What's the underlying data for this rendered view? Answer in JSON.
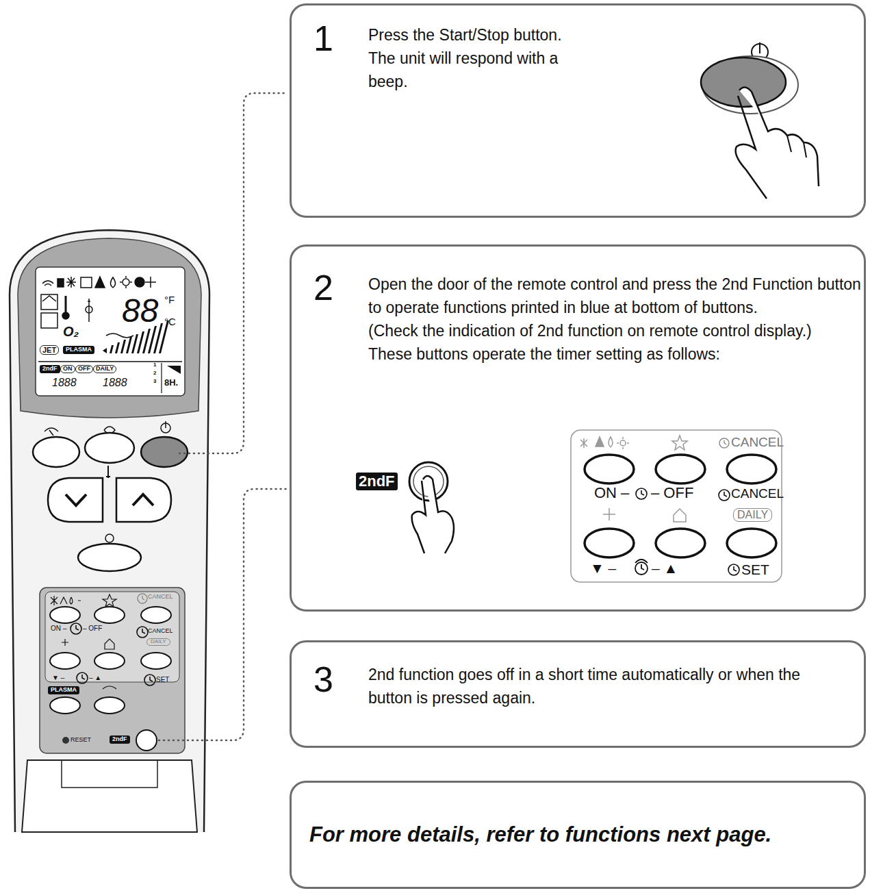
{
  "diagram": {
    "nodes": [
      {
        "text": [
          "1",
          "Press the Start/Stop button. The unit will respond with a beep."
        ]
      },
      {
        "text": [
          "2",
          "Open the door of the remote control and press the 2nd Function button to operate functions printed in blue at bottom of buttons.",
          "(Check the indication of 2nd function on remote control display.)",
          "These buttons operate the timer setting as follows:"
        ]
      },
      {
        "text": [
          "3",
          "2nd function goes off in a short time automatically or when the button is pressed again."
        ]
      },
      {
        "text": [
          "For more details, refer to functions next page."
        ]
      }
    ],
    "labels": [
      "2ndF",
      "CANCEL",
      "ON –",
      "– OFF",
      "CANCEL",
      "DAILY",
      "▼ –",
      "– ▲",
      "SET",
      "88",
      "°F",
      "°C",
      "O₂",
      "JET",
      "PLASMA",
      "2ndF",
      "ON",
      "OFF",
      "DAILY",
      "1888",
      "1888",
      "8H.",
      "1",
      "2",
      "3",
      "CANCEL",
      "ON –",
      "– OFF",
      "CANCEL",
      "DAILY",
      "▼ –",
      "– ▲",
      "SET",
      "PLASMA",
      "RESET",
      "2ndF"
    ]
  }
}
